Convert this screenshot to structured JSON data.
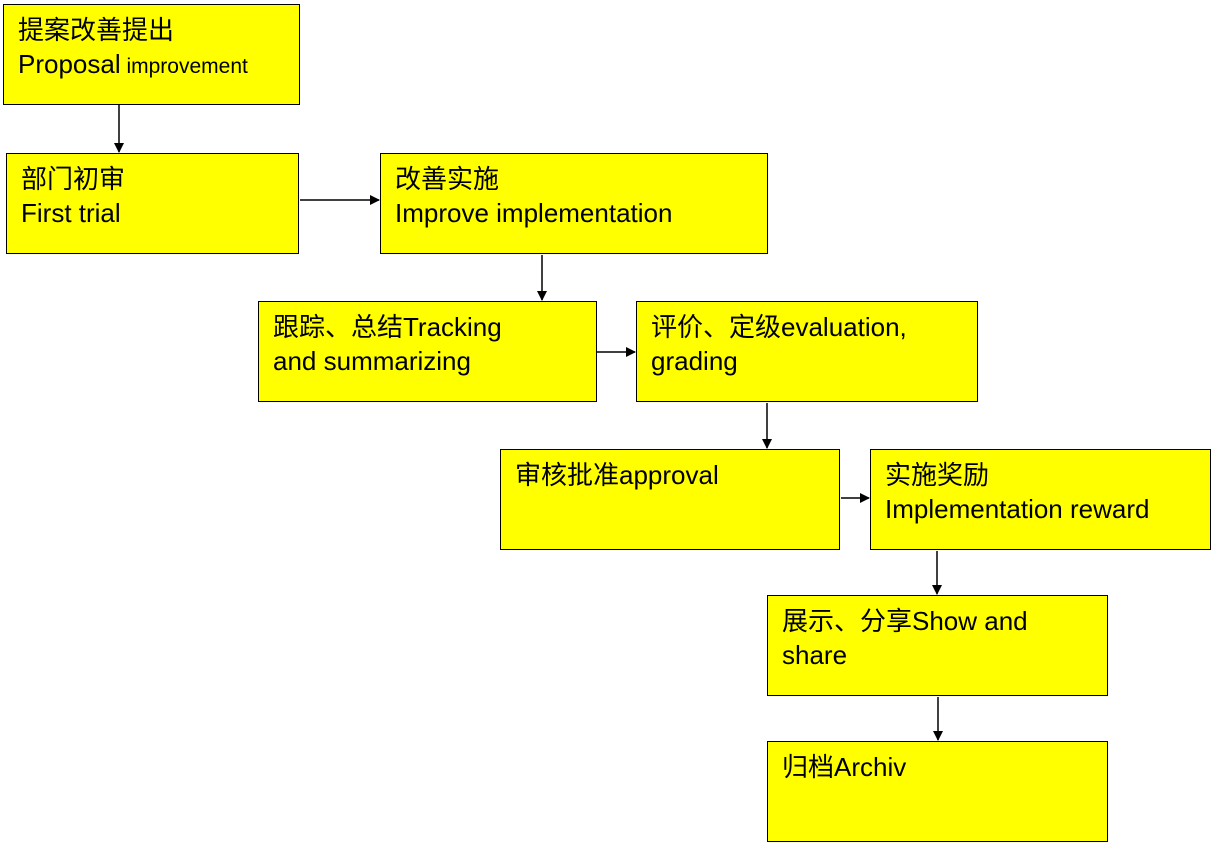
{
  "colors": {
    "node_fill": "#ffff00",
    "node_border": "#000000",
    "arrow": "#000000"
  },
  "nodes": {
    "proposal": {
      "zh": "提案改善提出",
      "en_a": "Proposal",
      "en_b": " improvement"
    },
    "first_trial": {
      "zh": "部门初审",
      "en": "First trial"
    },
    "improve": {
      "zh": "改善实施",
      "en": "Improve implementation"
    },
    "tracking": {
      "line1": "跟踪、总结Tracking",
      "line2": "and summarizing"
    },
    "evaluation": {
      "line1": "评价、定级evaluation,",
      "line2": "grading"
    },
    "approval": {
      "line1": "审核批准approval"
    },
    "reward": {
      "zh": "实施奖励",
      "en": "Implementation reward"
    },
    "show": {
      "line1": "展示、分享Show and",
      "line2": "share"
    },
    "archive": {
      "line1": "归档Archiv"
    }
  }
}
